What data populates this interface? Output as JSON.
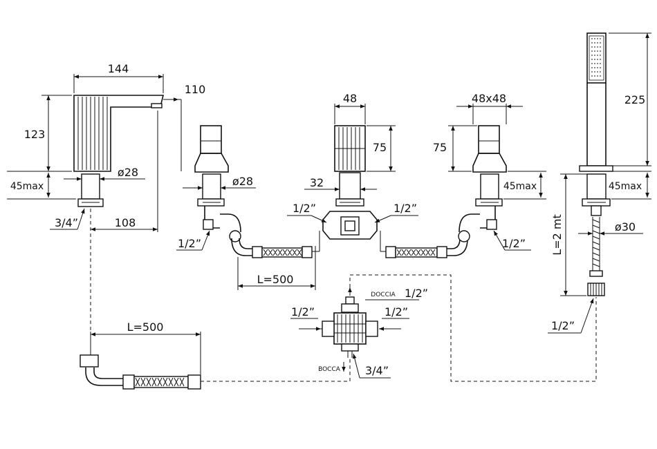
{
  "labels": {
    "spout_width": "144",
    "spout_reach": "110",
    "spout_height": "123",
    "spout_dia": "ø28",
    "spout_shank": "45max",
    "spout_thread": "3/4”",
    "spout_offset": "108",
    "hose_left_len": "L=500",
    "hose_mid_len": "L=500",
    "valve_dia": "ø28",
    "valve_left_conn": "1/2”",
    "mixer_width": "48",
    "mixer_height": "75",
    "mixer_body": "32",
    "mixer_in_left": "1/2”",
    "mixer_in_right": "1/2”",
    "valve_right_size": "48x48",
    "valve_right_height": "75",
    "valve_right_shank": "45max",
    "valve_right_conn": "1/2”",
    "diverter_doccia": "DOCCIA",
    "diverter_doccia_size": "1/2”",
    "diverter_in_left": "1/2”",
    "diverter_in_right": "1/2”",
    "diverter_bocca": "BOCCA",
    "diverter_bocca_size": "3/4”",
    "shower_height": "225",
    "shower_shank": "45max",
    "shower_dia": "ø30",
    "shower_hose": "L=2 mt",
    "shower_conn": "1/2”"
  }
}
